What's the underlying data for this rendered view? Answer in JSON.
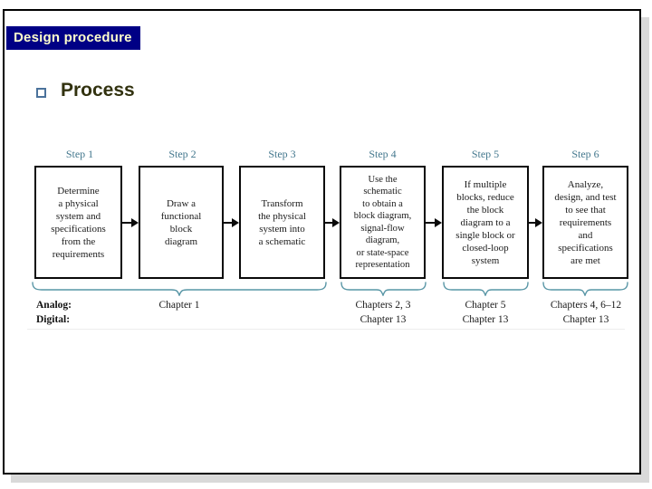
{
  "slide": {
    "banner": "Design procedure",
    "title": "Process"
  },
  "diagram": {
    "steps": [
      {
        "step_label": "Step 1",
        "text": "Determine\na physical\nsystem and\nspecifications\nfrom the\nrequirements"
      },
      {
        "step_label": "Step 2",
        "text": "Draw a\nfunctional\nblock\ndiagram"
      },
      {
        "step_label": "Step 3",
        "text": "Transform\nthe physical\nsystem into\na schematic"
      },
      {
        "step_label": "Step 4",
        "text": "Use the\nschematic\nto obtain a\nblock diagram,\nsignal-flow\ndiagram,\nor state-space\nrepresentation"
      },
      {
        "step_label": "Step 5",
        "text": "If multiple\nblocks, reduce\nthe block\ndiagram to a\nsingle block or\nclosed-loop\nsystem"
      },
      {
        "step_label": "Step 6",
        "text": "Analyze,\ndesign, and test\nto see that\nrequirements\nand\nspecifications\nare met"
      }
    ],
    "analog_row": {
      "label": "Analog:",
      "entries": [
        "Chapter 1",
        "Chapters 2, 3",
        "Chapter 5",
        "Chapters 4, 6–12"
      ]
    },
    "digital_row": {
      "label": "Digital:",
      "entries": [
        "Chapter 13",
        "Chapter 13",
        "Chapter 13"
      ]
    },
    "colors": {
      "step_label": "#44788e",
      "brace": "#5795a5",
      "banner_bg": "#000085",
      "banner_text": "#ffffcc",
      "title_text": "#32320f"
    }
  }
}
